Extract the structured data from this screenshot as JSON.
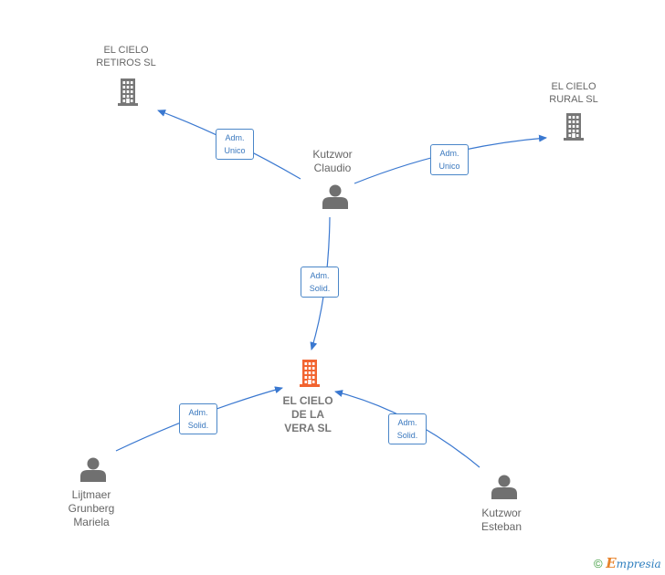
{
  "nodes": {
    "retiros": {
      "lines": [
        "EL CIELO",
        "RETIROS  SL"
      ],
      "kind": "company",
      "icon": "building-icon"
    },
    "rural": {
      "lines": [
        "EL CIELO",
        "RURAL  SL"
      ],
      "kind": "company",
      "icon": "building-icon"
    },
    "main": {
      "lines": [
        "EL CIELO",
        "DE LA",
        "VERA  SL"
      ],
      "kind": "company",
      "icon": "building-icon",
      "highlight": true
    },
    "claudio": {
      "lines": [
        "Kutzwor",
        "Claudio"
      ],
      "kind": "person",
      "icon": "person-icon"
    },
    "mariela": {
      "lines": [
        "Lijtmaer",
        "Grunberg",
        "Mariela"
      ],
      "kind": "person",
      "icon": "person-icon"
    },
    "esteban": {
      "lines": [
        "Kutzwor",
        "Esteban"
      ],
      "kind": "person",
      "icon": "person-icon"
    }
  },
  "edges": [
    {
      "from": "claudio",
      "to": "retiros",
      "label": [
        "Adm.",
        "Unico"
      ]
    },
    {
      "from": "claudio",
      "to": "rural",
      "label": [
        "Adm.",
        "Unico"
      ]
    },
    {
      "from": "claudio",
      "to": "main",
      "label": [
        "Adm.",
        "Solid."
      ]
    },
    {
      "from": "mariela",
      "to": "main",
      "label": [
        "Adm.",
        "Solid."
      ]
    },
    {
      "from": "esteban",
      "to": "main",
      "label": [
        "Adm.",
        "Solid."
      ]
    }
  ],
  "colors": {
    "edge": "#3a78d0",
    "company": "#777777",
    "company_highlight": "#f26430",
    "person": "#707070"
  },
  "footer": {
    "copyright": "©",
    "brand_e": "E",
    "brand_rest": "mpresia"
  }
}
